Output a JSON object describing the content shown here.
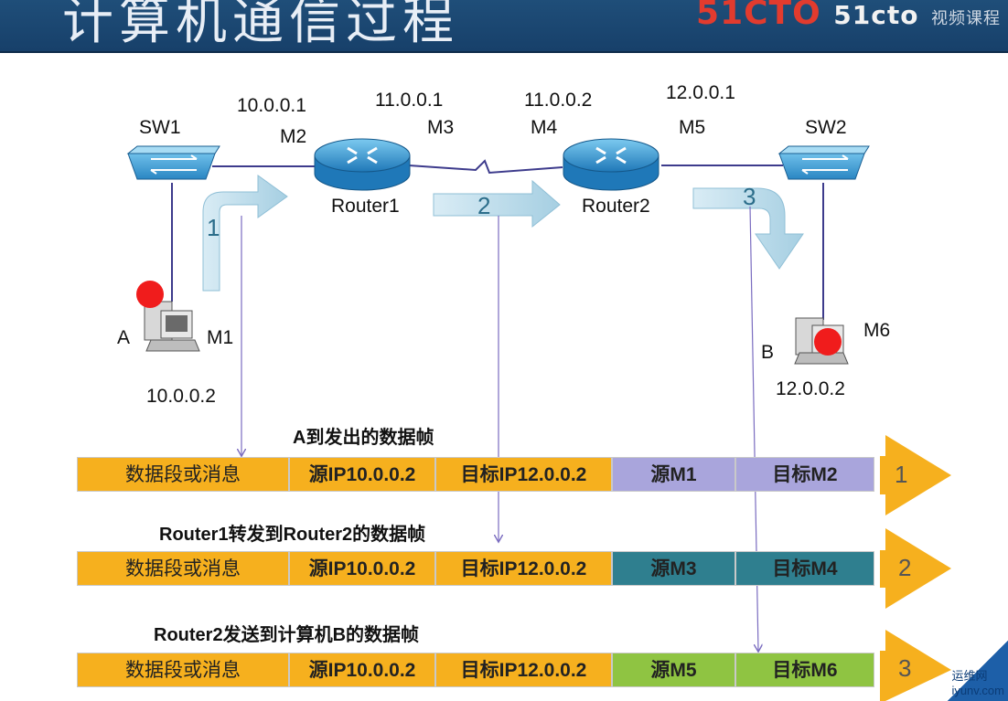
{
  "header": {
    "title": "计算机通信过程",
    "brand_red": "51CTO",
    "brand_white": "51cto",
    "brand_sub": "视频课程"
  },
  "network": {
    "sw1": "SW1",
    "sw2": "SW2",
    "router1": "Router1",
    "router2": "Router2",
    "host_a": "A",
    "host_a_mac": "M1",
    "host_a_ip": "10.0.0.2",
    "host_b": "B",
    "host_b_mac": "M6",
    "host_b_ip": "12.0.0.2",
    "r1_left_ip": "10.0.0.1",
    "r1_left_mac": "M2",
    "r1_right_ip": "11.0.0.1",
    "r1_right_mac": "M3",
    "r2_left_ip": "11.0.0.2",
    "r2_left_mac": "M4",
    "r2_right_ip": "12.0.0.1",
    "r2_right_mac": "M5",
    "step1": "1",
    "step2": "2",
    "step3": "3"
  },
  "frames": [
    {
      "heading": "A到发出的数据帧",
      "data": "数据段或消息",
      "src_ip": "源IP10.0.0.2",
      "dst_ip": "目标IP12.0.0.2",
      "src_mac": "源M1",
      "dst_mac": "目标M2",
      "step": "1",
      "mac_color": "#a9a5dc"
    },
    {
      "heading": "Router1转发到Router2的数据帧",
      "data": "数据段或消息",
      "src_ip": "源IP10.0.0.2",
      "dst_ip": "目标IP12.0.0.2",
      "src_mac": "源M3",
      "dst_mac": "目标M4",
      "step": "2",
      "mac_color": "#2f7f8f"
    },
    {
      "heading": "Router2发送到计算机B的数据帧",
      "data": "数据段或消息",
      "src_ip": "源IP10.0.0.2",
      "dst_ip": "目标IP12.0.0.2",
      "src_mac": "源M5",
      "dst_mac": "目标M6",
      "step": "3",
      "mac_color": "#8fc442"
    }
  ],
  "watermark": "iyunv.com",
  "watermark_cn": "运维网"
}
